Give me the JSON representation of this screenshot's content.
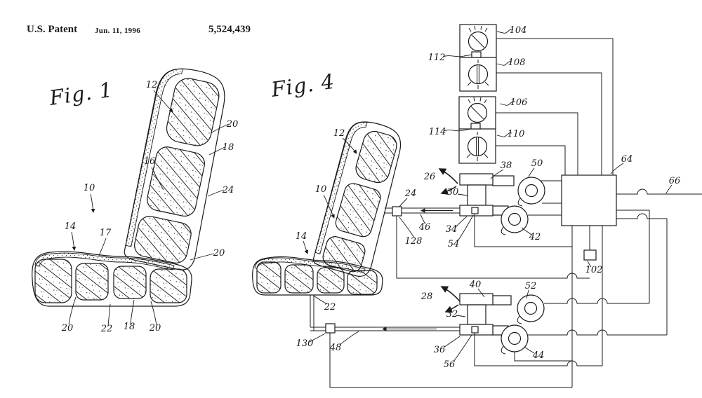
{
  "colors": {
    "paper": "#ffffff",
    "ink": "#1a1a1a"
  },
  "header": {
    "title": "U.S. Patent",
    "date": "Jun. 11, 1996",
    "patent_number": "5,524,439"
  },
  "fig1": {
    "caption": "Fig. 1",
    "labels": [
      "12",
      "20",
      "18",
      "16",
      "10",
      "24",
      "14",
      "17",
      "20",
      "20",
      "22",
      "18",
      "20"
    ]
  },
  "fig4": {
    "caption": "Fig. 4",
    "labels": [
      "104",
      "112",
      "108",
      "106",
      "114",
      "110",
      "12",
      "10",
      "14",
      "24",
      "26",
      "30",
      "38",
      "50",
      "46",
      "34",
      "54",
      "128",
      "42",
      "64",
      "66",
      "102",
      "22",
      "130",
      "48",
      "28",
      "40",
      "52",
      "32",
      "36",
      "56",
      "44"
    ]
  }
}
